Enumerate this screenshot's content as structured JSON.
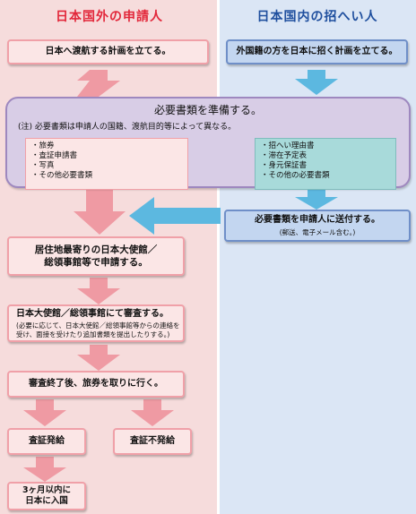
{
  "headers": {
    "left": "日本国外の申請人",
    "right": "日本国内の招へい人"
  },
  "steps": {
    "plan_left": "日本へ渡航する計画を立てる。",
    "plan_right": "外国籍の方を日本に招く計画を立てる。",
    "prepare_title": "必要書類を準備する。",
    "prepare_note": "(注) 必要書類は申請人の国籍、渡航目的等によって異なる。",
    "applicant_docs": [
      "・旅券",
      "・査証申請書",
      "・写真",
      "・その他必要書類"
    ],
    "inviter_docs": [
      "・招へい理由書",
      "・滞在予定表",
      "・身元保証書",
      "・その他の必要書類"
    ],
    "send_docs": "必要書類を申請人に送付する。",
    "send_docs_note": "(郵送、電子メール含む。)",
    "apply_line1": "居住地最寄りの日本大使館／",
    "apply_line2": "総領事館等で申請する。",
    "review": "日本大使館／総領事館にて審査する。",
    "review_note": "(必要に応じて、日本大使館／総領事館等からの連絡を受け、面接を受けたり追加書類を提出したりする。)",
    "collect": "審査終了後、旅券を取りに行く。",
    "visa_issued": "査証発給",
    "visa_denied": "査証不発給",
    "entry_line1": "3ヶ月以内に",
    "entry_line2": "日本に入国"
  },
  "colors": {
    "left_bg": "#f6dcdc",
    "right_bg": "#dbe6f5",
    "left_title": "#e2273a",
    "right_title": "#1f4f9e",
    "pink_arrow": "#ef9aa3",
    "blue_arrow": "#5cb8e0"
  }
}
